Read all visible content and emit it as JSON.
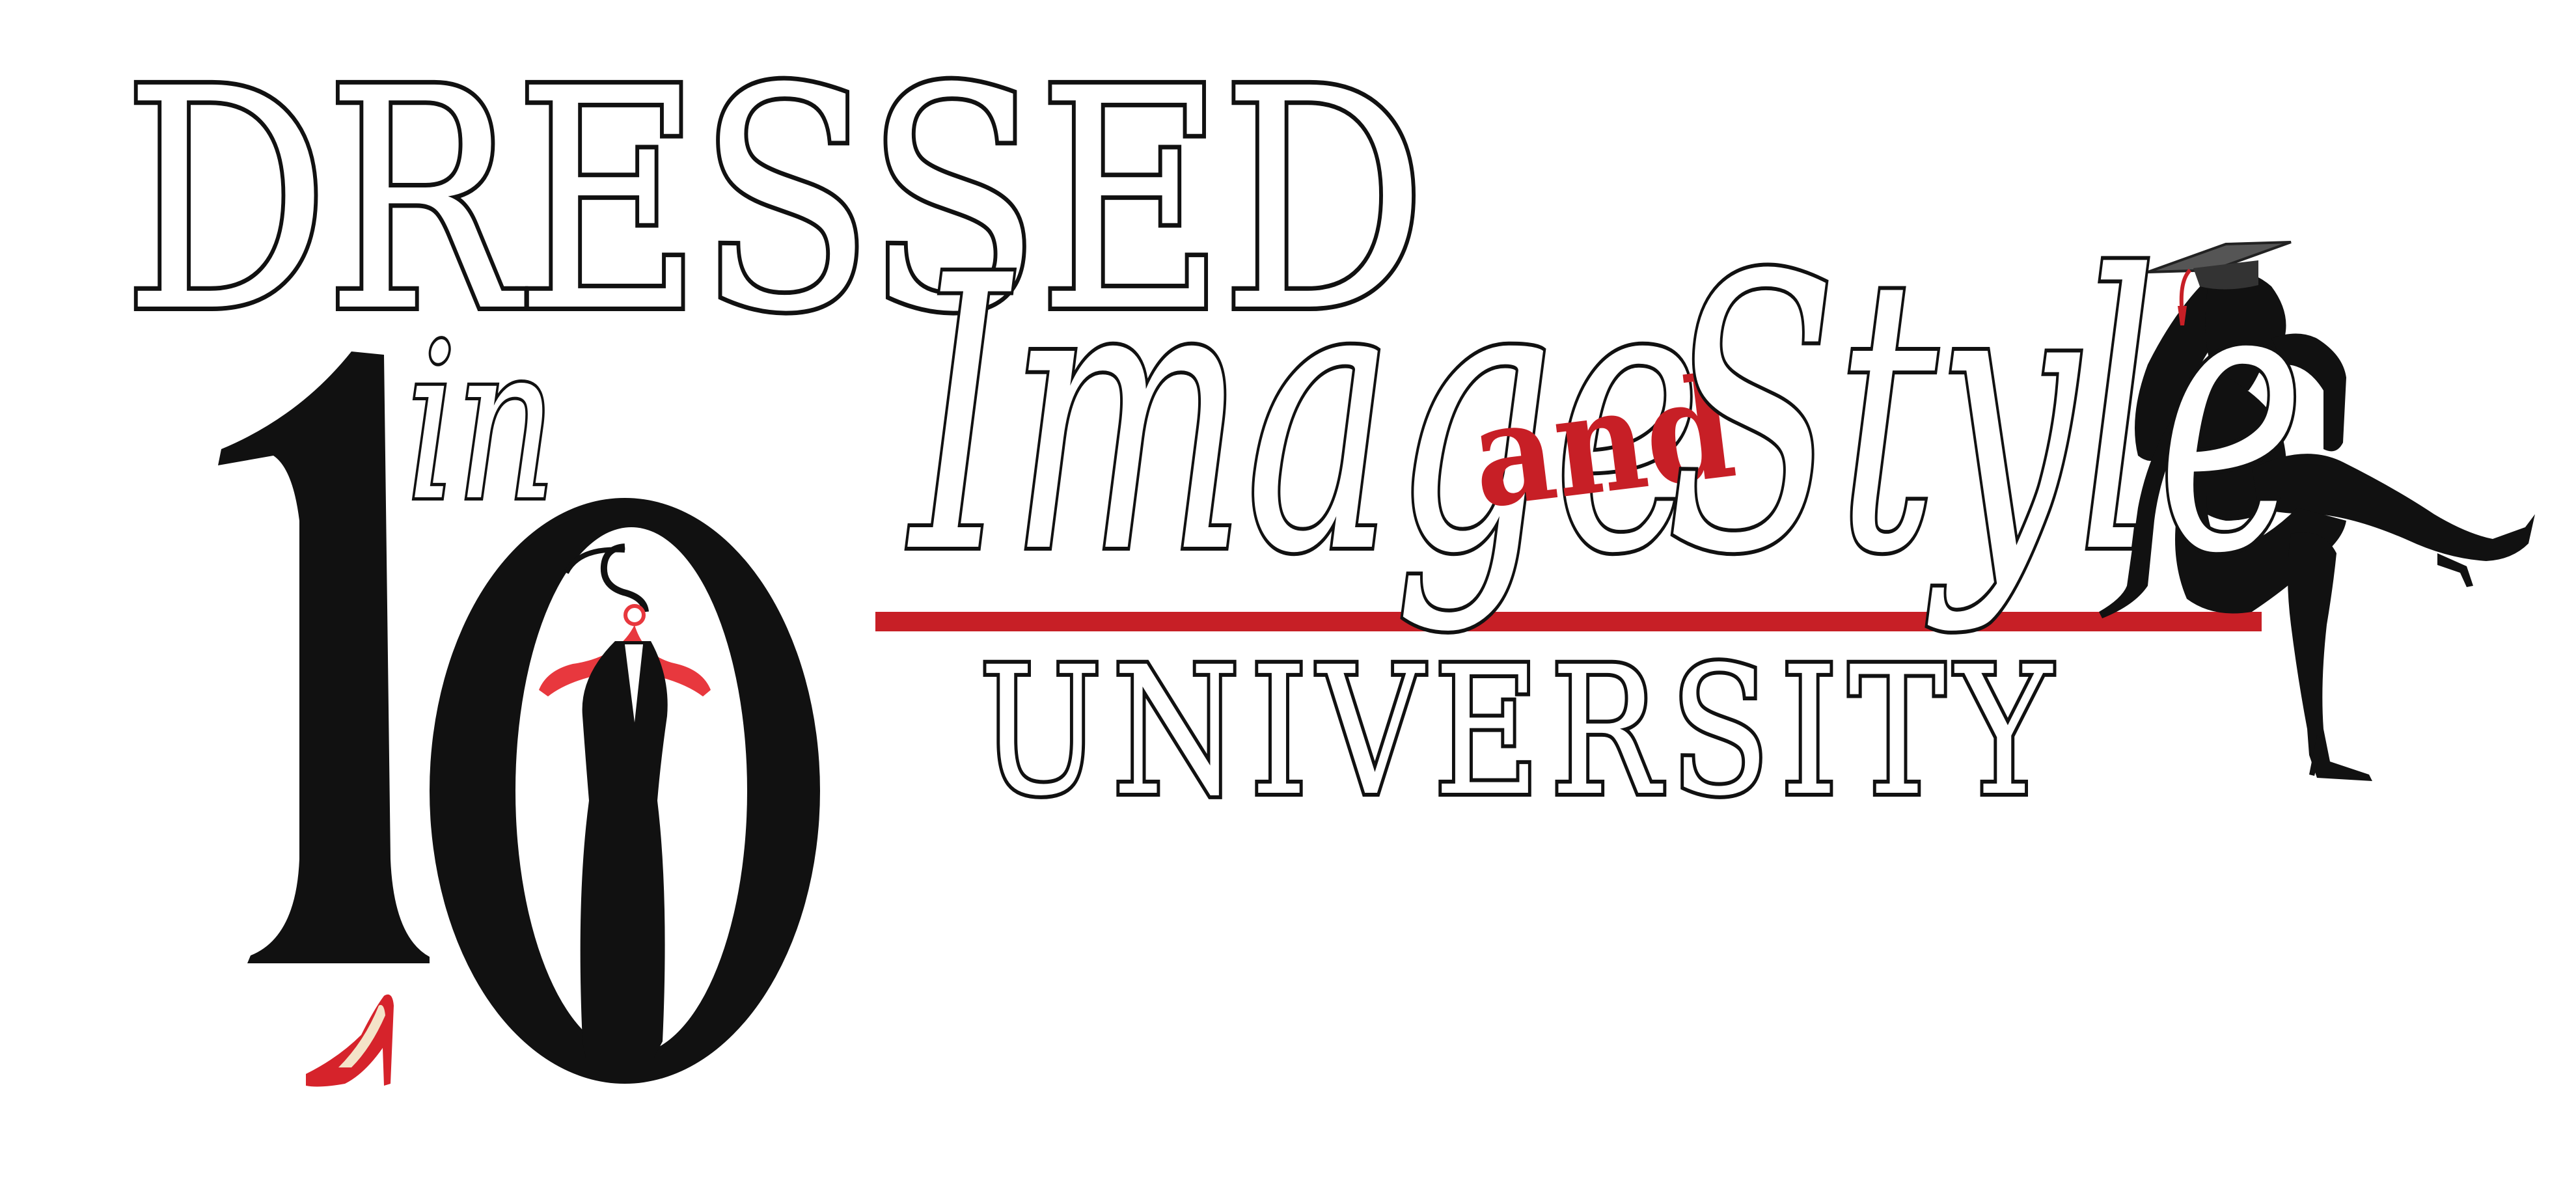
{
  "logo": {
    "dressed_text": "DRESSED",
    "in_text": "in",
    "number_text": "10",
    "image_text": "Image",
    "and_text": "and",
    "style_text": "Style",
    "university_text": "UNIVERSITY"
  },
  "colors": {
    "background": "#ffffff",
    "ink": "#111111",
    "accent_red": "#c71f26"
  },
  "icons": {
    "hanger": "hanger-icon",
    "dress": "dress-icon",
    "shoe": "red-high-heel-icon",
    "graduate": "graduate-woman-silhouette-icon",
    "cap": "graduation-cap-icon"
  }
}
